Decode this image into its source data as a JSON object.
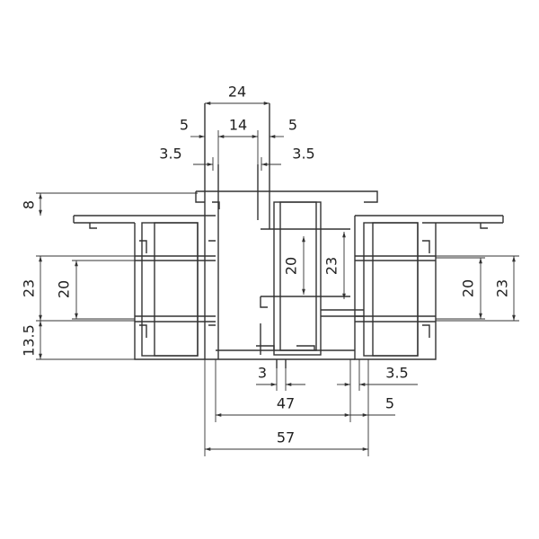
{
  "drawing": {
    "line_color": "#333333",
    "dimensions": {
      "top_overall": "24",
      "top_left_5": "5",
      "top_middle": "14",
      "top_right_5": "5",
      "top_left_35": "3.5",
      "top_right_35": "3.5",
      "left_8": "8",
      "left_23": "23",
      "left_20": "20",
      "left_135": "13.5",
      "center_20": "20",
      "center_23": "23",
      "right_20": "20",
      "right_23": "23",
      "bottom_3": "3",
      "bottom_35": "3.5",
      "bottom_47": "47",
      "bottom_5": "5",
      "bottom_57": "57"
    }
  }
}
